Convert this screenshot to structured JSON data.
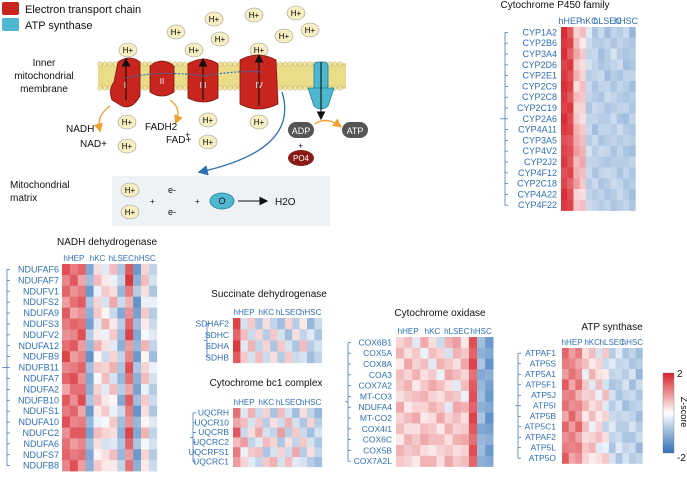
{
  "colors": {
    "etc": "#c8251f",
    "atp_synthase": "#4db8d0",
    "heatmap_low": "#2f6fb6",
    "heatmap_mid": "#ffffff",
    "heatmap_high": "#d7232a",
    "gene_label": "#2f6fb6",
    "membrane": "#e9dd8a",
    "proton": "#f7efc2",
    "arrow_orange": "#f0a030",
    "arrow_blue": "#2f6fb6"
  },
  "legend": {
    "etc_label": "Electron transport chain",
    "atp_label": "ATP synthase"
  },
  "diagram": {
    "proton": "H+",
    "membrane_label_1": "Inner",
    "membrane_label_2": "mitochondrial",
    "membrane_label_3": "membrane",
    "complex_labels": [
      "I",
      "II",
      "III",
      "IV"
    ],
    "nadh": "NADH",
    "nad": "NAD+",
    "fadh2": "FADH2",
    "fad": "FAD+",
    "adp": "ADP",
    "atp": "ATP",
    "pi": "PO4",
    "matrix_1": "Mitochondrial",
    "matrix_2": "matrix",
    "electron": "e-",
    "plus": "+",
    "oxygen": "O",
    "water": "H2O"
  },
  "column_headers": [
    "hHEP",
    "hKC",
    "hLSEC",
    "hHSC"
  ],
  "colorbar": {
    "max": "2",
    "min": "-2",
    "label": "Z-score"
  },
  "chart_data": [
    {
      "type": "heatmap",
      "title": "Cytochrome P450 family",
      "columns": [
        "hHEP",
        "hKC",
        "hLSEC",
        "hHSC"
      ],
      "rows": [
        "CYP1A2",
        "CYP2B6",
        "CYP3A4",
        "CYP2D6",
        "CYP2E1",
        "CYP2C9",
        "CYP2C8",
        "CYP2C19",
        "CYP2A6",
        "CYP4A11",
        "CYP3A5",
        "CYP4V2",
        "CYP2J2",
        "CYP4F12",
        "CYP2C18",
        "CYP4A22",
        "CYP4F22"
      ],
      "values": [
        [
          1.9,
          1.5,
          0.4,
          0.6,
          -0.3,
          -0.8,
          -0.5,
          -0.9,
          -0.6,
          -0.7,
          -0.5,
          -1.0
        ],
        [
          1.8,
          1.7,
          0.6,
          0.2,
          -0.5,
          -0.7,
          -0.7,
          -0.6,
          -0.8,
          -0.6,
          -0.7,
          -0.8
        ],
        [
          1.9,
          1.4,
          0.8,
          0.5,
          -0.6,
          -0.5,
          -0.9,
          -0.7,
          -0.4,
          -0.7,
          -0.8,
          -0.7
        ],
        [
          1.7,
          1.8,
          0.5,
          0.3,
          -0.4,
          -0.6,
          -0.8,
          -0.7,
          -0.6,
          -0.5,
          -0.9,
          -0.8
        ],
        [
          1.8,
          1.6,
          0.7,
          0.4,
          -0.7,
          -0.6,
          -0.5,
          -0.9,
          -0.7,
          -0.8,
          -0.6,
          -0.6
        ],
        [
          1.9,
          1.7,
          0.3,
          0.6,
          -0.5,
          -0.8,
          -0.6,
          -0.6,
          -0.8,
          -0.6,
          -0.7,
          -0.9
        ],
        [
          1.8,
          1.5,
          0.6,
          0.5,
          -0.6,
          -0.7,
          -0.8,
          -0.5,
          -0.6,
          -0.7,
          -0.8,
          -0.7
        ],
        [
          1.7,
          1.8,
          0.4,
          0.4,
          -0.8,
          -0.5,
          -0.6,
          -0.8,
          -0.7,
          -0.6,
          -0.6,
          -0.8
        ],
        [
          1.9,
          1.6,
          0.5,
          0.3,
          -0.6,
          -0.6,
          -0.7,
          -0.7,
          -0.5,
          -0.8,
          -0.9,
          -0.6
        ],
        [
          1.8,
          1.7,
          0.7,
          0.5,
          -0.5,
          -0.9,
          -0.6,
          -0.6,
          -0.7,
          -0.5,
          -0.7,
          -0.8
        ],
        [
          1.6,
          1.5,
          0.8,
          0.6,
          -0.7,
          -0.5,
          -0.8,
          -0.7,
          -0.6,
          -0.7,
          -0.6,
          -0.7
        ],
        [
          1.7,
          1.6,
          0.9,
          0.7,
          -0.4,
          -0.7,
          -0.5,
          -0.6,
          -0.8,
          -0.6,
          -0.8,
          -0.9
        ],
        [
          1.8,
          1.5,
          0.6,
          0.8,
          -0.6,
          -0.6,
          -0.7,
          -0.8,
          -0.7,
          -0.7,
          -0.7,
          -0.6
        ],
        [
          1.6,
          1.7,
          0.7,
          0.6,
          -0.5,
          -0.8,
          -0.6,
          -0.5,
          -0.6,
          -0.8,
          -0.6,
          -0.8
        ],
        [
          1.7,
          1.4,
          0.9,
          0.5,
          -0.7,
          -0.5,
          -0.8,
          -0.7,
          -0.5,
          -0.6,
          -0.8,
          -0.7
        ],
        [
          1.9,
          1.6,
          0.4,
          0.3,
          -0.6,
          -0.7,
          -0.6,
          -0.8,
          -0.7,
          -0.5,
          -0.7,
          -0.9
        ],
        [
          1.8,
          1.7,
          0.5,
          0.6,
          -0.5,
          -0.6,
          -0.7,
          -0.6,
          -0.8,
          -0.7,
          -0.6,
          -0.8
        ]
      ]
    },
    {
      "type": "heatmap",
      "title": "NADH dehydrogenase",
      "columns": [
        "hHEP",
        "hKC",
        "hLSEC",
        "hHSC"
      ],
      "rows": [
        "NDUFAF6",
        "NDUFAF7",
        "NDUFV1",
        "NDUFS2",
        "NDUFA9",
        "NDUFS3",
        "NDUFV2",
        "NDUFA12",
        "NDUFB9",
        "NDUFB11",
        "NDUFA7",
        "NDUFA2",
        "NDUFB10",
        "NDUFS1",
        "NDUFA10",
        "NDUFC2",
        "NDUFA6",
        "NDUFS7",
        "NDUFB8"
      ],
      "values": [
        [
          1.6,
          1.2,
          1.4,
          -1.2,
          0.3,
          -0.3,
          0.6,
          -0.8,
          1.5,
          -1.4,
          0.4,
          -0.6
        ],
        [
          1.1,
          1.5,
          0.8,
          -0.9,
          0.6,
          0.2,
          -0.2,
          -0.6,
          1.8,
          -1.1,
          0.6,
          -0.4
        ],
        [
          1.4,
          1.0,
          1.2,
          -1.4,
          -0.2,
          0.5,
          0.3,
          -1.0,
          1.2,
          -0.7,
          0.3,
          -0.8
        ],
        [
          0.9,
          1.3,
          1.5,
          -0.8,
          0.4,
          -0.4,
          0.8,
          -0.5,
          0.7,
          -1.5,
          -0.2,
          -0.2
        ],
        [
          1.5,
          0.8,
          1.0,
          -1.1,
          0.5,
          0.1,
          -0.5,
          -1.2,
          1.0,
          -1.3,
          0.5,
          -0.7
        ],
        [
          1.2,
          1.4,
          1.3,
          -1.3,
          -0.3,
          0.7,
          0.2,
          -0.7,
          1.4,
          -0.9,
          0.2,
          -0.5
        ],
        [
          1.0,
          1.1,
          1.6,
          -0.7,
          0.2,
          -0.2,
          0.5,
          -0.9,
          1.7,
          -1.2,
          -0.1,
          -0.3
        ],
        [
          1.3,
          1.5,
          0.9,
          -1.0,
          0.7,
          0.3,
          -0.3,
          -1.1,
          0.9,
          -1.0,
          0.7,
          -0.6
        ],
        [
          1.7,
          0.9,
          1.1,
          -1.5,
          0.1,
          -0.5,
          0.4,
          -0.6,
          1.1,
          -1.4,
          0.1,
          -0.9
        ],
        [
          1.1,
          1.2,
          1.4,
          -0.9,
          0.5,
          0.4,
          0.7,
          -0.8,
          1.6,
          -0.8,
          0.4,
          -0.2
        ],
        [
          1.4,
          1.6,
          1.0,
          -1.2,
          -0.1,
          0.6,
          -0.4,
          -1.0,
          1.3,
          -1.1,
          0.6,
          -0.4
        ],
        [
          0.8,
          1.3,
          1.3,
          -1.1,
          0.4,
          -0.3,
          0.6,
          -0.7,
          0.8,
          -1.3,
          -0.2,
          -0.7
        ],
        [
          1.5,
          1.0,
          1.6,
          -0.8,
          0.6,
          0.2,
          0.1,
          -1.2,
          1.5,
          -0.9,
          0.5,
          -0.5
        ],
        [
          1.2,
          1.4,
          0.8,
          -1.4,
          0.2,
          0.5,
          -0.2,
          -0.5,
          1.2,
          -1.5,
          0.3,
          -0.8
        ],
        [
          1.6,
          1.1,
          1.2,
          -1.0,
          -0.2,
          -0.1,
          0.5,
          -0.9,
          1.0,
          -1.0,
          0.1,
          -0.3
        ],
        [
          1.0,
          1.5,
          1.5,
          -1.3,
          0.6,
          0.4,
          0.3,
          -1.1,
          1.7,
          -1.2,
          0.7,
          -0.6
        ],
        [
          1.3,
          0.9,
          1.1,
          -0.9,
          0.3,
          -0.4,
          -0.3,
          -0.8,
          1.4,
          -0.8,
          -0.1,
          -0.4
        ],
        [
          1.4,
          1.2,
          1.3,
          -1.2,
          0.1,
          0.3,
          0.6,
          -1.0,
          0.9,
          -1.4,
          0.4,
          -0.7
        ],
        [
          1.1,
          1.6,
          0.9,
          -1.1,
          0.5,
          0.2,
          0.2,
          -0.6,
          1.3,
          -1.1,
          0.2,
          -0.5
        ]
      ]
    },
    {
      "type": "heatmap",
      "title": "Succinate dehydrogenase",
      "columns": [
        "hHEP",
        "hKC",
        "hLSEC",
        "hHSC"
      ],
      "rows": [
        "SDHAF2",
        "SDHC",
        "SDHA",
        "SDHB"
      ],
      "values": [
        [
          1.7,
          -0.4,
          0.5,
          -0.8,
          0.3,
          -0.6,
          -0.9,
          0.4,
          -0.7,
          0.2,
          -1.0,
          -0.5
        ],
        [
          1.4,
          0.6,
          -0.5,
          0.4,
          -0.7,
          0.5,
          -0.4,
          -0.9,
          0.3,
          -0.6,
          -0.3,
          -0.8
        ],
        [
          1.8,
          -0.3,
          0.7,
          -0.6,
          0.4,
          -0.8,
          0.5,
          -0.4,
          -0.8,
          0.6,
          -0.7,
          -0.4
        ],
        [
          1.5,
          0.5,
          -0.4,
          0.6,
          -0.5,
          0.3,
          -0.7,
          0.5,
          -0.5,
          -0.4,
          -0.9,
          -0.6
        ]
      ]
    },
    {
      "type": "heatmap",
      "title": "Cytochrome bc1 complex",
      "columns": [
        "hHEP",
        "hKC",
        "hLSEC",
        "hHSC"
      ],
      "rows": [
        "UQCRH",
        "UQCR10",
        "UQCRB",
        "UQCRC2",
        "UQCRFS1",
        "UQCRC1"
      ],
      "values": [
        [
          1.3,
          -0.3,
          0.7,
          -0.5,
          0.4,
          -0.8,
          0.6,
          -0.4,
          -0.9,
          0.3,
          -0.6,
          -1.0
        ],
        [
          0.8,
          0.6,
          -0.4,
          0.5,
          -0.7,
          0.3,
          -0.5,
          0.7,
          -0.4,
          -0.8,
          0.4,
          -0.7
        ],
        [
          1.5,
          -0.5,
          0.3,
          0.8,
          -0.4,
          -0.6,
          0.9,
          -0.7,
          0.5,
          -0.5,
          -0.9,
          -0.4
        ],
        [
          0.6,
          0.9,
          -0.6,
          -0.3,
          0.6,
          0.4,
          -0.8,
          0.3,
          -0.6,
          0.5,
          -0.4,
          -0.8
        ],
        [
          1.2,
          -0.2,
          0.5,
          0.6,
          -0.8,
          -0.4,
          0.4,
          -0.5,
          0.8,
          -0.7,
          0.3,
          -0.6
        ],
        [
          0.9,
          0.4,
          -0.3,
          -0.6,
          0.5,
          0.7,
          -0.4,
          0.6,
          -0.3,
          -0.4,
          -0.7,
          -0.9
        ]
      ]
    },
    {
      "type": "heatmap",
      "title": "Cytochrome oxidase",
      "columns": [
        "hHEP",
        "hKC",
        "hLSEC",
        "hHSC"
      ],
      "rows": [
        "COX6B1",
        "COX5A",
        "COX8A",
        "COA3",
        "COX7A2",
        "MT-CO3",
        "NDUFA4",
        "MT-CO2",
        "COX4I1",
        "COX6C",
        "COX5B",
        "COX7A2L"
      ],
      "values": [
        [
          0.4,
          0.6,
          -0.3,
          0.8,
          0.3,
          -0.5,
          0.7,
          0.9,
          0.2,
          1.6,
          -0.9,
          -1.4
        ],
        [
          0.7,
          0.3,
          0.5,
          -0.2,
          0.6,
          0.4,
          -0.4,
          0.7,
          0.5,
          1.4,
          -1.1,
          -1.2
        ],
        [
          0.2,
          0.8,
          0.4,
          0.6,
          -0.3,
          0.7,
          0.5,
          0.3,
          0.8,
          1.7,
          -0.8,
          -1.5
        ],
        [
          0.6,
          0.4,
          0.7,
          0.3,
          0.5,
          -0.2,
          0.8,
          0.6,
          0.4,
          1.3,
          -1.2,
          -1.1
        ],
        [
          0.5,
          0.7,
          0.2,
          0.5,
          0.8,
          0.6,
          0.3,
          -0.3,
          0.6,
          1.5,
          -1.0,
          -1.3
        ],
        [
          0.3,
          0.5,
          0.6,
          0.7,
          0.4,
          0.3,
          0.6,
          0.5,
          -0.2,
          1.6,
          -0.9,
          -1.4
        ],
        [
          0.8,
          0.2,
          0.4,
          0.4,
          0.7,
          0.5,
          -0.3,
          0.8,
          0.7,
          1.4,
          -1.1,
          -1.2
        ],
        [
          0.4,
          0.6,
          0.8,
          0.2,
          0.3,
          0.8,
          0.4,
          0.6,
          0.3,
          1.7,
          -0.8,
          -1.5
        ],
        [
          0.6,
          0.3,
          0.3,
          0.6,
          0.5,
          0.2,
          0.7,
          0.4,
          0.5,
          1.5,
          -1.2,
          -1.3
        ],
        [
          0.2,
          0.7,
          0.5,
          0.8,
          0.6,
          0.6,
          0.3,
          0.7,
          0.8,
          1.3,
          -1.0,
          -1.1
        ],
        [
          0.7,
          0.5,
          0.6,
          0.3,
          0.2,
          0.4,
          0.5,
          0.3,
          0.4,
          1.6,
          -0.9,
          -1.4
        ],
        [
          0.5,
          0.4,
          0.2,
          0.7,
          0.7,
          0.3,
          0.8,
          0.5,
          0.6,
          1.4,
          -1.1,
          -1.2
        ]
      ]
    },
    {
      "type": "heatmap",
      "title": "ATP synthase",
      "columns": [
        "hHEP",
        "hKC",
        "hLSEC",
        "hHSC"
      ],
      "rows": [
        "ATPAF1",
        "ATP5S",
        "ATP5A1",
        "ATP5F1",
        "ATP5J",
        "ATP5I",
        "ATP5B",
        "ATP5C1",
        "ATPAF2",
        "ATP5L",
        "ATP5O"
      ],
      "values": [
        [
          1.4,
          0.9,
          1.2,
          0.3,
          0.6,
          -0.4,
          0.5,
          -0.7,
          -0.3,
          -0.8,
          -0.6,
          -0.9
        ],
        [
          1.2,
          1.1,
          0.8,
          0.6,
          0.2,
          0.4,
          -0.5,
          -0.3,
          -0.6,
          -0.5,
          -0.8,
          -0.7
        ],
        [
          0.9,
          1.3,
          1.0,
          -0.2,
          0.7,
          0.3,
          0.2,
          -0.6,
          -0.5,
          -0.7,
          -0.4,
          -1.0
        ],
        [
          1.5,
          0.8,
          1.3,
          0.5,
          -0.3,
          0.6,
          -0.4,
          -0.8,
          -0.7,
          -0.4,
          -0.9,
          -0.5
        ],
        [
          1.1,
          1.2,
          0.7,
          0.4,
          0.5,
          -0.2,
          0.6,
          -0.4,
          -0.8,
          -0.6,
          -0.5,
          -0.8
        ],
        [
          1.3,
          1.0,
          1.1,
          0.7,
          0.3,
          0.5,
          -0.3,
          -0.7,
          -0.4,
          -0.9,
          -0.7,
          -0.6
        ],
        [
          0.8,
          1.4,
          0.9,
          0.2,
          0.6,
          0.2,
          0.4,
          -0.5,
          -0.6,
          -0.5,
          -0.6,
          -0.9
        ],
        [
          1.4,
          0.9,
          1.4,
          0.6,
          -0.2,
          0.4,
          -0.6,
          -0.3,
          -0.7,
          -0.7,
          -0.4,
          -0.7
        ],
        [
          1.0,
          1.2,
          0.8,
          0.3,
          0.4,
          0.6,
          0.3,
          -0.6,
          -0.5,
          -0.8,
          -0.8,
          -0.5
        ],
        [
          1.2,
          1.1,
          1.2,
          0.5,
          0.7,
          -0.3,
          -0.2,
          -0.8,
          -0.3,
          -0.6,
          -0.5,
          -1.0
        ],
        [
          1.5,
          0.8,
          1.0,
          0.4,
          0.2,
          0.3,
          0.5,
          -0.4,
          -0.8,
          -0.4,
          -0.7,
          -0.6
        ]
      ]
    }
  ]
}
